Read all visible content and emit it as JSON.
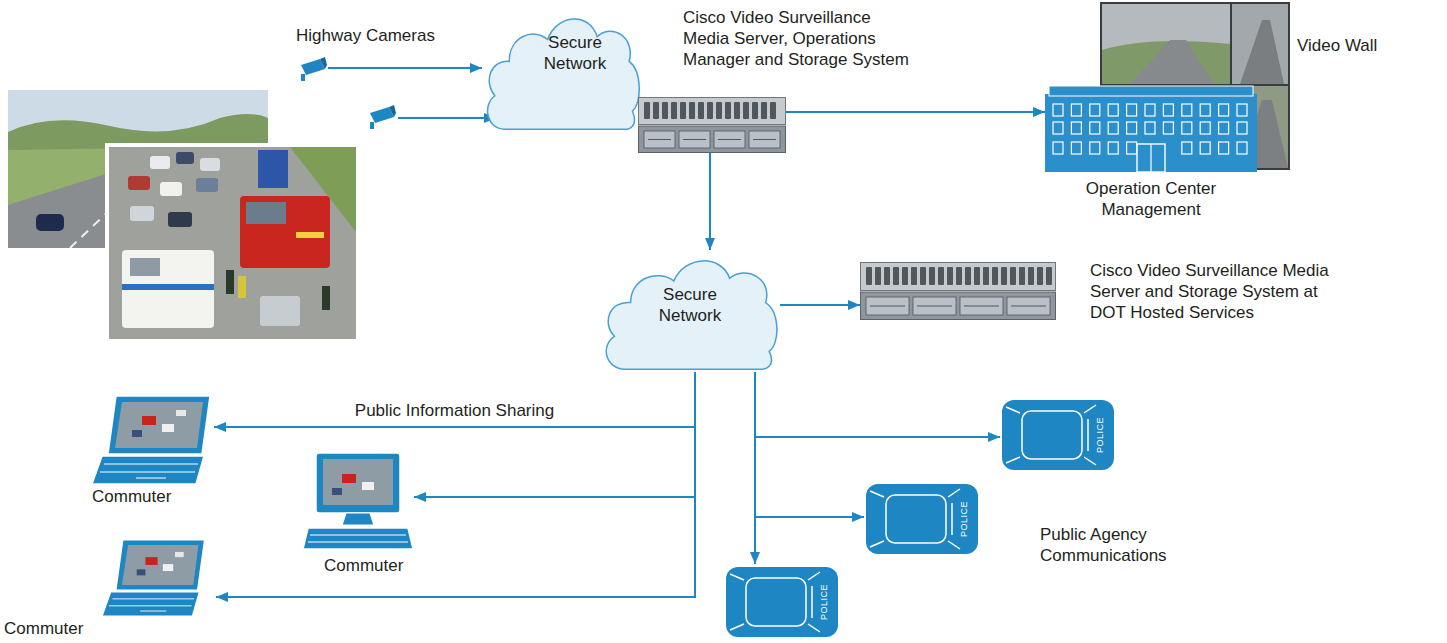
{
  "diagram": {
    "nodes": [
      {
        "text": [
          "Highway Cameras"
        ]
      },
      {
        "text": [
          "Secure Network"
        ]
      },
      {
        "text": [
          "Cisco Video Surveillance Media Server, Operations Manager and Storage System"
        ]
      },
      {
        "text": [
          "Operation Center Management"
        ]
      },
      {
        "text": [
          "Secure Network"
        ]
      },
      {
        "text": [
          "Cisco Video Surveillance Media Server and Storage System at DOT Hosted Services"
        ]
      },
      {
        "text": [
          "Commuter"
        ]
      },
      {
        "text": [
          "Commuter"
        ]
      },
      {
        "text": [
          "Commuter"
        ]
      },
      {
        "text": [
          "POLICE"
        ]
      },
      {
        "text": [
          "POLICE"
        ]
      },
      {
        "text": [
          "POLICE"
        ]
      }
    ],
    "edges": [
      {
        "from": 0,
        "to": 1,
        "arrow": "to"
      },
      {
        "from": 2,
        "to": 3,
        "arrow": "to"
      },
      {
        "from": 2,
        "to": 4,
        "arrow": "to"
      },
      {
        "from": 4,
        "to": 5,
        "arrow": "to"
      },
      {
        "from": 4,
        "to": 6,
        "arrow": "to",
        "label": "Public Information Sharing"
      },
      {
        "from": 4,
        "to": 7,
        "arrow": "to"
      },
      {
        "from": 4,
        "to": 8,
        "arrow": "to"
      },
      {
        "from": 4,
        "to": 9,
        "arrow": "to"
      },
      {
        "from": 4,
        "to": 10,
        "arrow": "to"
      },
      {
        "from": 4,
        "to": 11,
        "arrow": "to"
      }
    ],
    "labels": [
      "Video Wall",
      "Public Agency Communications"
    ]
  }
}
